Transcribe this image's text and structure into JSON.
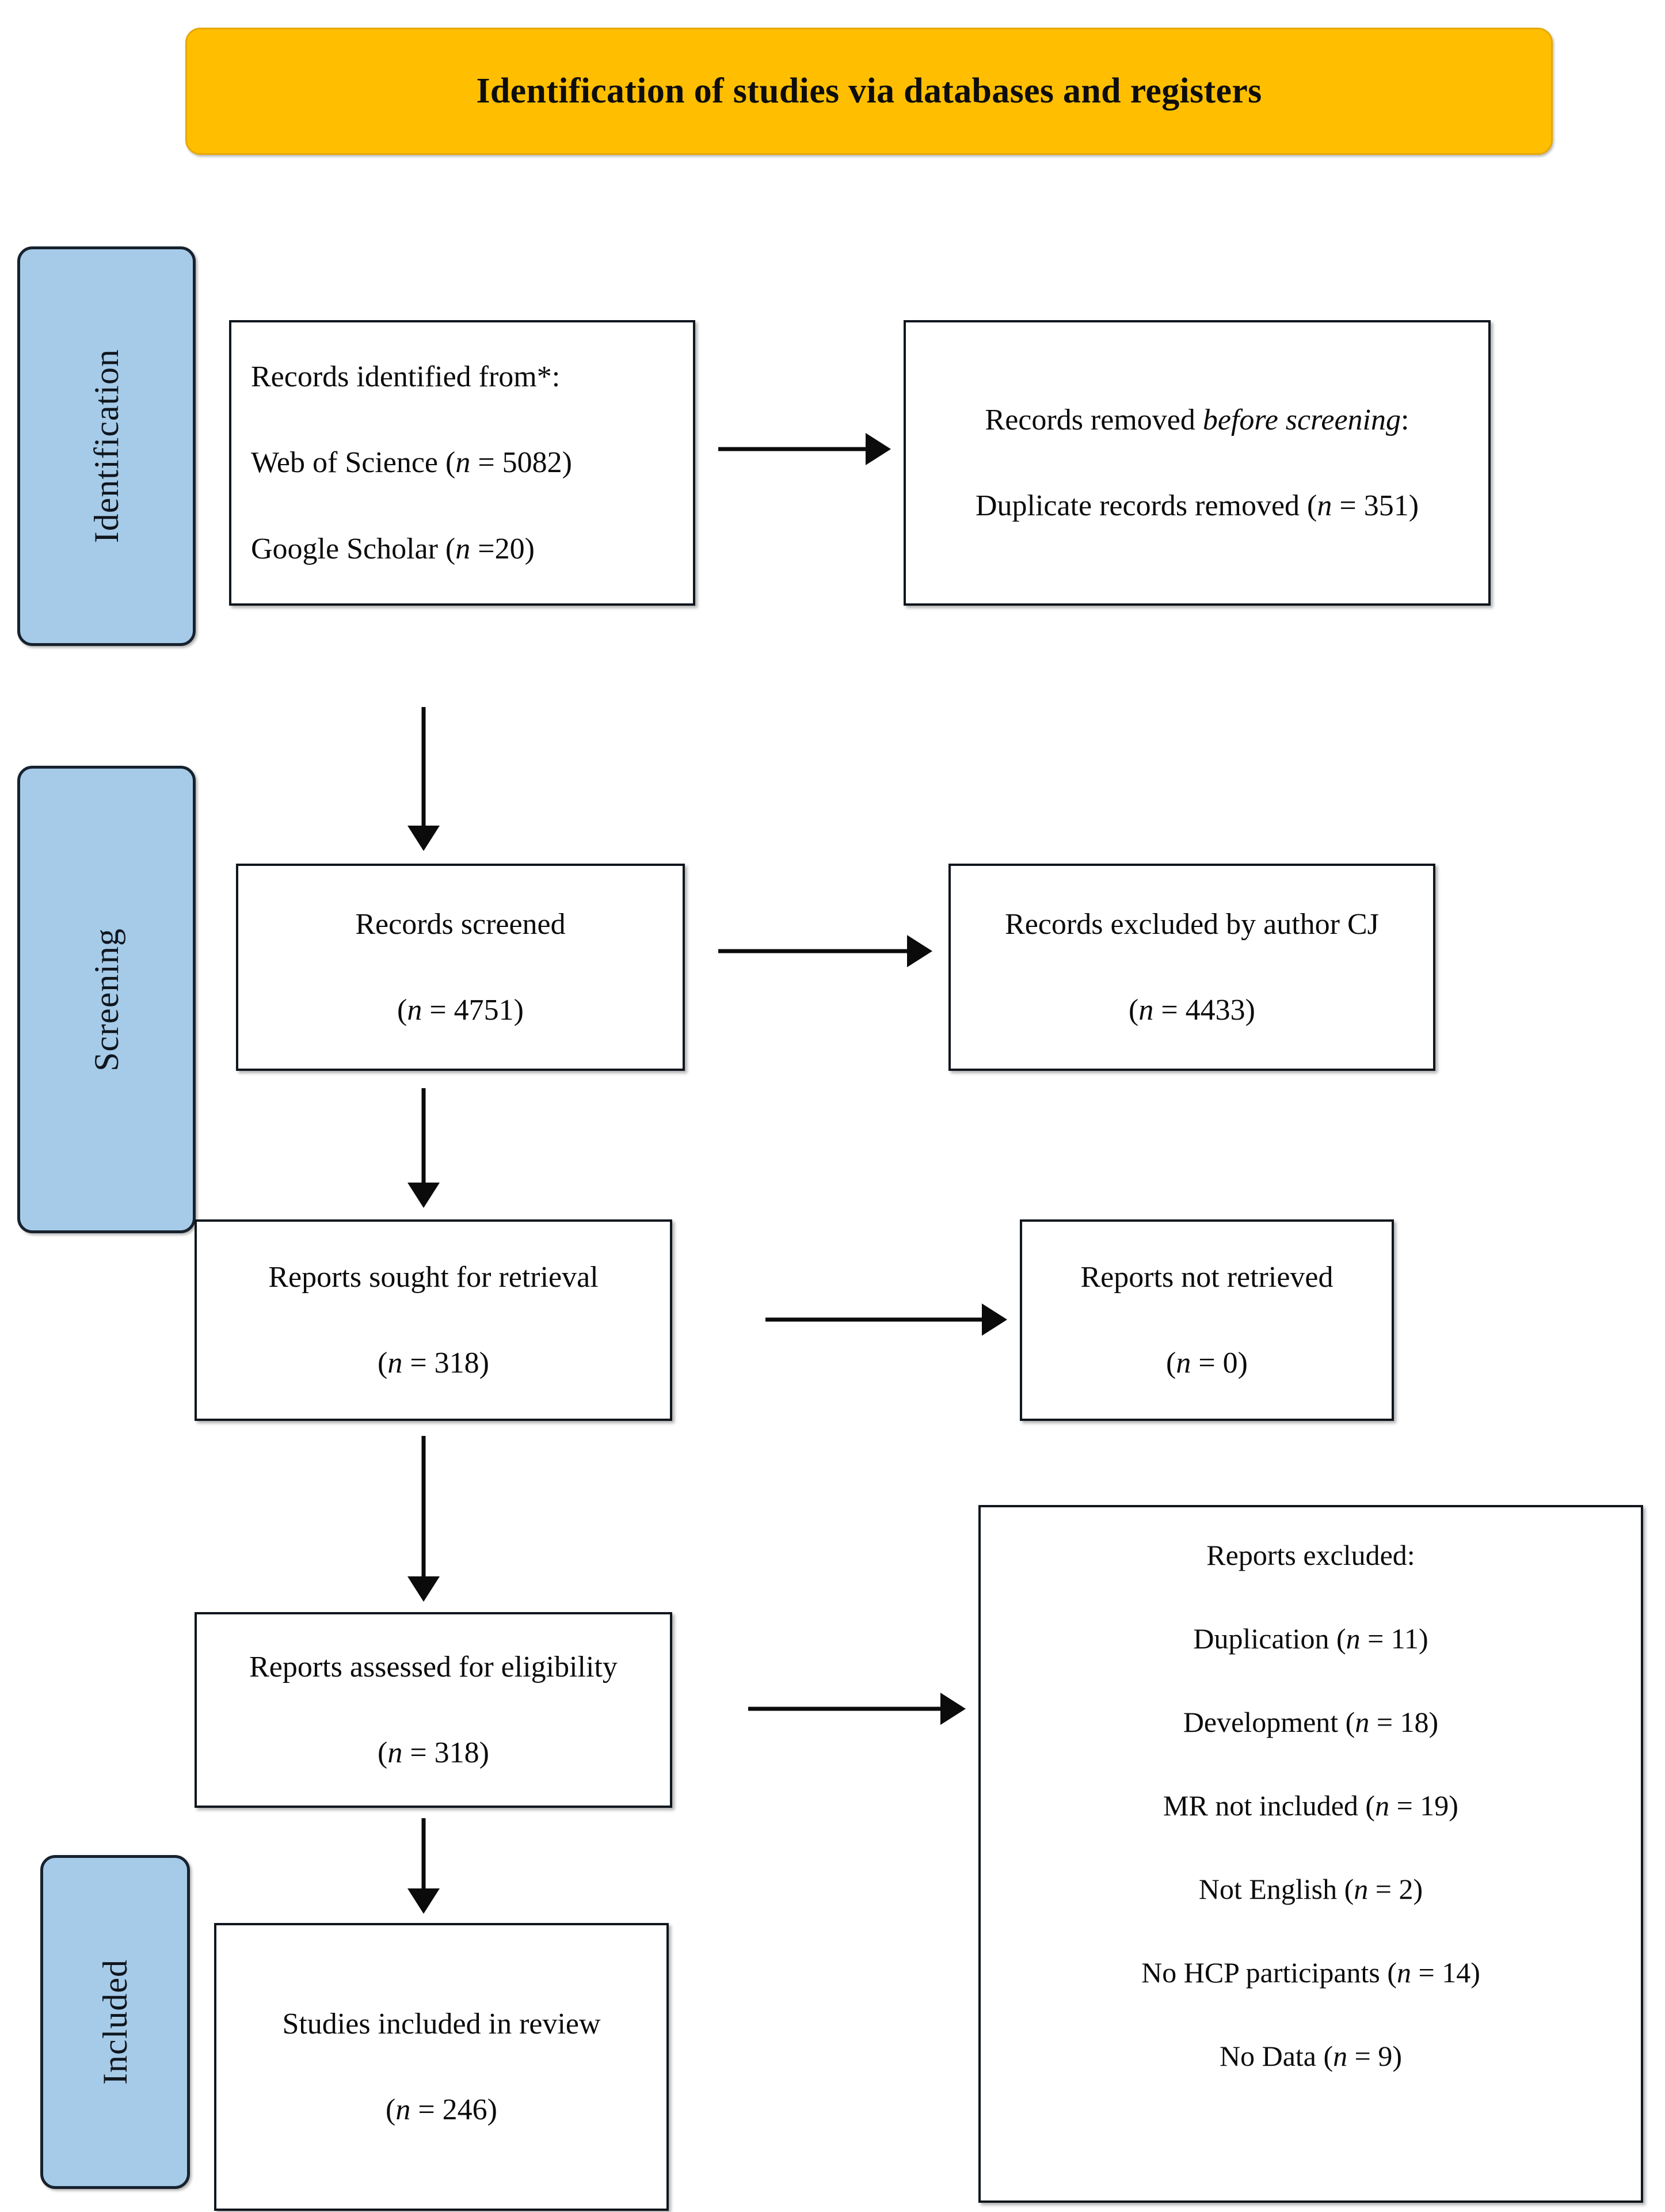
{
  "banner": {
    "title": "Identification of studies via databases and registers",
    "color": "#FFBF00"
  },
  "stages": {
    "color": "#A6CBE9",
    "identification": "Identification",
    "screening": "Screening",
    "included": "Included"
  },
  "boxes": {
    "identified": {
      "line1": "Records identified from*:",
      "line2_label": "Web of Science (",
      "line2_n": "n",
      "line2_value": " = 5082)",
      "line3_label": "Google Scholar (",
      "line3_n": "n",
      "line3_value": " =20)"
    },
    "removed": {
      "line1_a": "Records removed ",
      "line1_b": "before screening",
      "line1_c": ":",
      "line2_label": "Duplicate records removed (",
      "line2_n": "n",
      "line2_value": " = 351)"
    },
    "screened": {
      "title": "Records screened",
      "count_open": "(",
      "count_n": "n",
      "count_value": " = 4751)"
    },
    "excluded_cj": {
      "title": "Records excluded by author CJ",
      "count_open": "(",
      "count_n": "n",
      "count_value": " = 4433)"
    },
    "sought": {
      "title": "Reports sought for retrieval",
      "count_open": "(",
      "count_n": "n",
      "count_value": " = 318)"
    },
    "not_retrieved": {
      "title": "Reports not retrieved",
      "count_open": "(",
      "count_n": "n",
      "count_value": " = 0)"
    },
    "eligibility": {
      "title": "Reports assessed for eligibility",
      "count_open": "(",
      "count_n": "n",
      "count_value": " = 318)"
    },
    "included": {
      "title": "Studies included in review",
      "count_open": "(",
      "count_n": "n",
      "count_value": " = 246)"
    },
    "reports_excluded": {
      "title": "Reports excluded:",
      "r1_label": "Duplication (",
      "r1_n": "n",
      "r1_value": " = 11)",
      "r2_label": "Development (",
      "r2_n": "n",
      "r2_value": " = 18)",
      "r3_label": "MR not included (",
      "r3_n": "n",
      "r3_value": " = 19)",
      "r4_label": "Not English (",
      "r4_n": "n",
      "r4_value": " = 2)",
      "r5_label": "No HCP participants (",
      "r5_n": "n",
      "r5_value": " = 14)",
      "r6_label": "No Data (",
      "r6_n": "n",
      "r6_value": " = 9)"
    }
  }
}
